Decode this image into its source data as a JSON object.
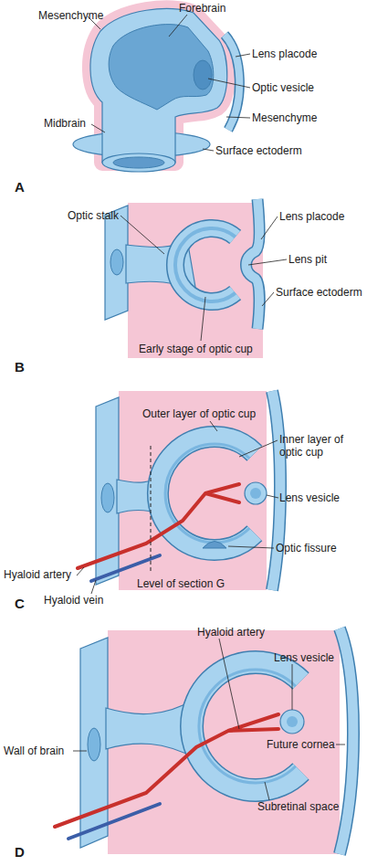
{
  "diagram": {
    "labels": [
      "Mesenchyme",
      "Forebrain",
      "Lens placode",
      "Optic vesicle",
      "Mesenchyme",
      "Midbrain",
      "Surface ectoderm",
      "A",
      "Optic stalk",
      "Lens placode",
      "Lens pit",
      "Surface ectoderm",
      "Early stage of optic cup",
      "B",
      "Outer layer of optic cup",
      "Inner layer of optic cup",
      "Lens vesicle",
      "Optic fissure",
      "Hyaloid artery",
      "Hyaloid vein",
      "Level of section G",
      "C",
      "Hyaloid artery",
      "Lens vesicle",
      "Wall of brain",
      "Future cornea",
      "Subretinal space",
      "D"
    ]
  }
}
